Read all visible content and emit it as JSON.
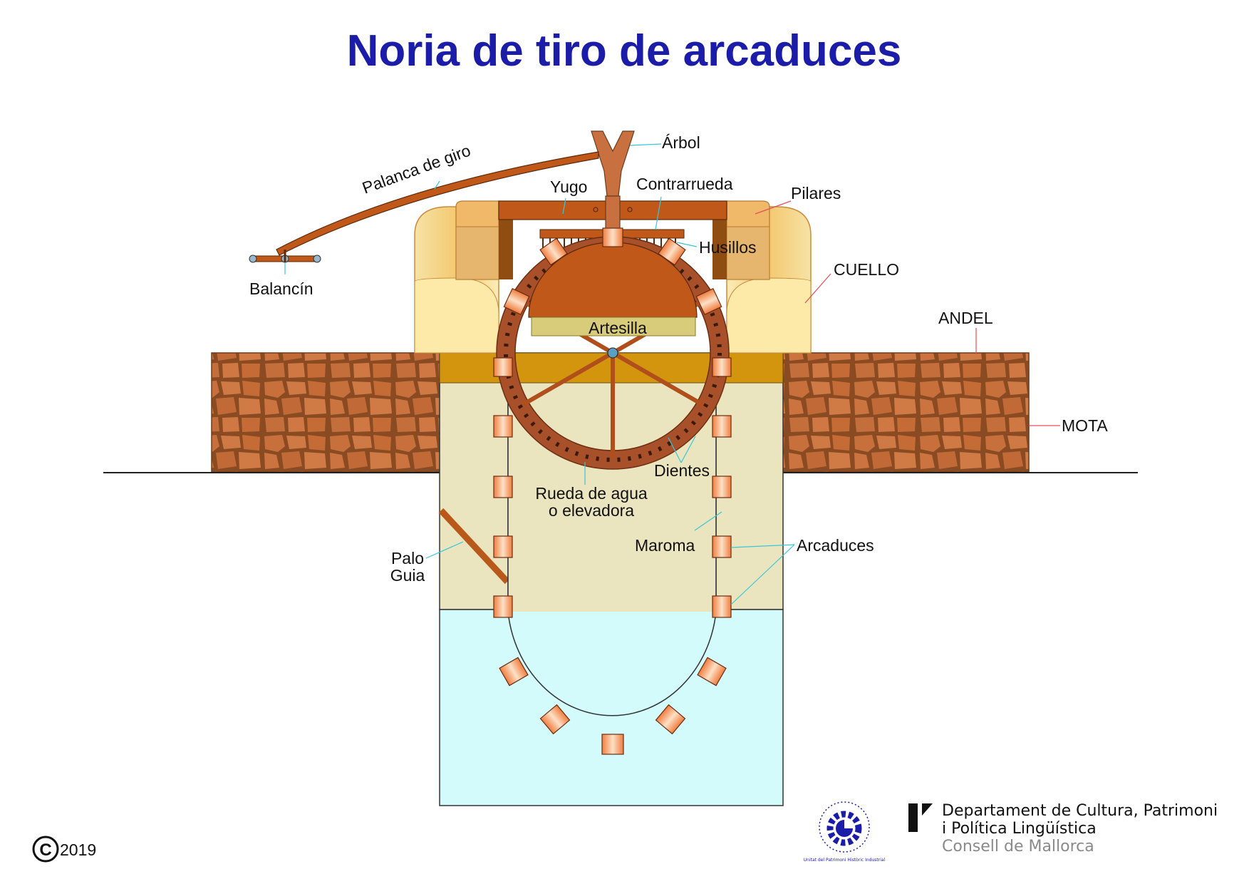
{
  "title": "Noria de tiro de arcaduces",
  "labels": {
    "arbol": "Árbol",
    "palanca": "Palanca de giro",
    "yugo": "Yugo",
    "contrarrueda": "Contrarrueda",
    "pilares": "Pilares",
    "husillos": "Husillos",
    "balancin": "Balancín",
    "cuello": "CUELLO",
    "andel": "ANDEL",
    "artesilla": "Artesilla",
    "mota": "MOTA",
    "dientes": "Dientes",
    "rueda_1": "Rueda de agua",
    "rueda_2": "o elevadora",
    "maroma": "Maroma",
    "arcaduces": "Arcaduces",
    "palo_1": "Palo",
    "palo_2": "Guia"
  },
  "footer": {
    "copyright_year": "2019",
    "dept_line1": "Departament de Cultura, Patrimoni",
    "dept_line2": "i Política Lingüística",
    "dept_line3": "Consell de Mallorca",
    "logo_text": "Unitat del Patrimoni Històric Industrial"
  },
  "colors": {
    "title": "#1b1ca8",
    "wood": "#c0581a",
    "stone": "#c7703c",
    "sand": "#ebe5bf",
    "water": "#d4fbfb",
    "leader": "#38c6d8",
    "leader_red": "#e0505a"
  }
}
